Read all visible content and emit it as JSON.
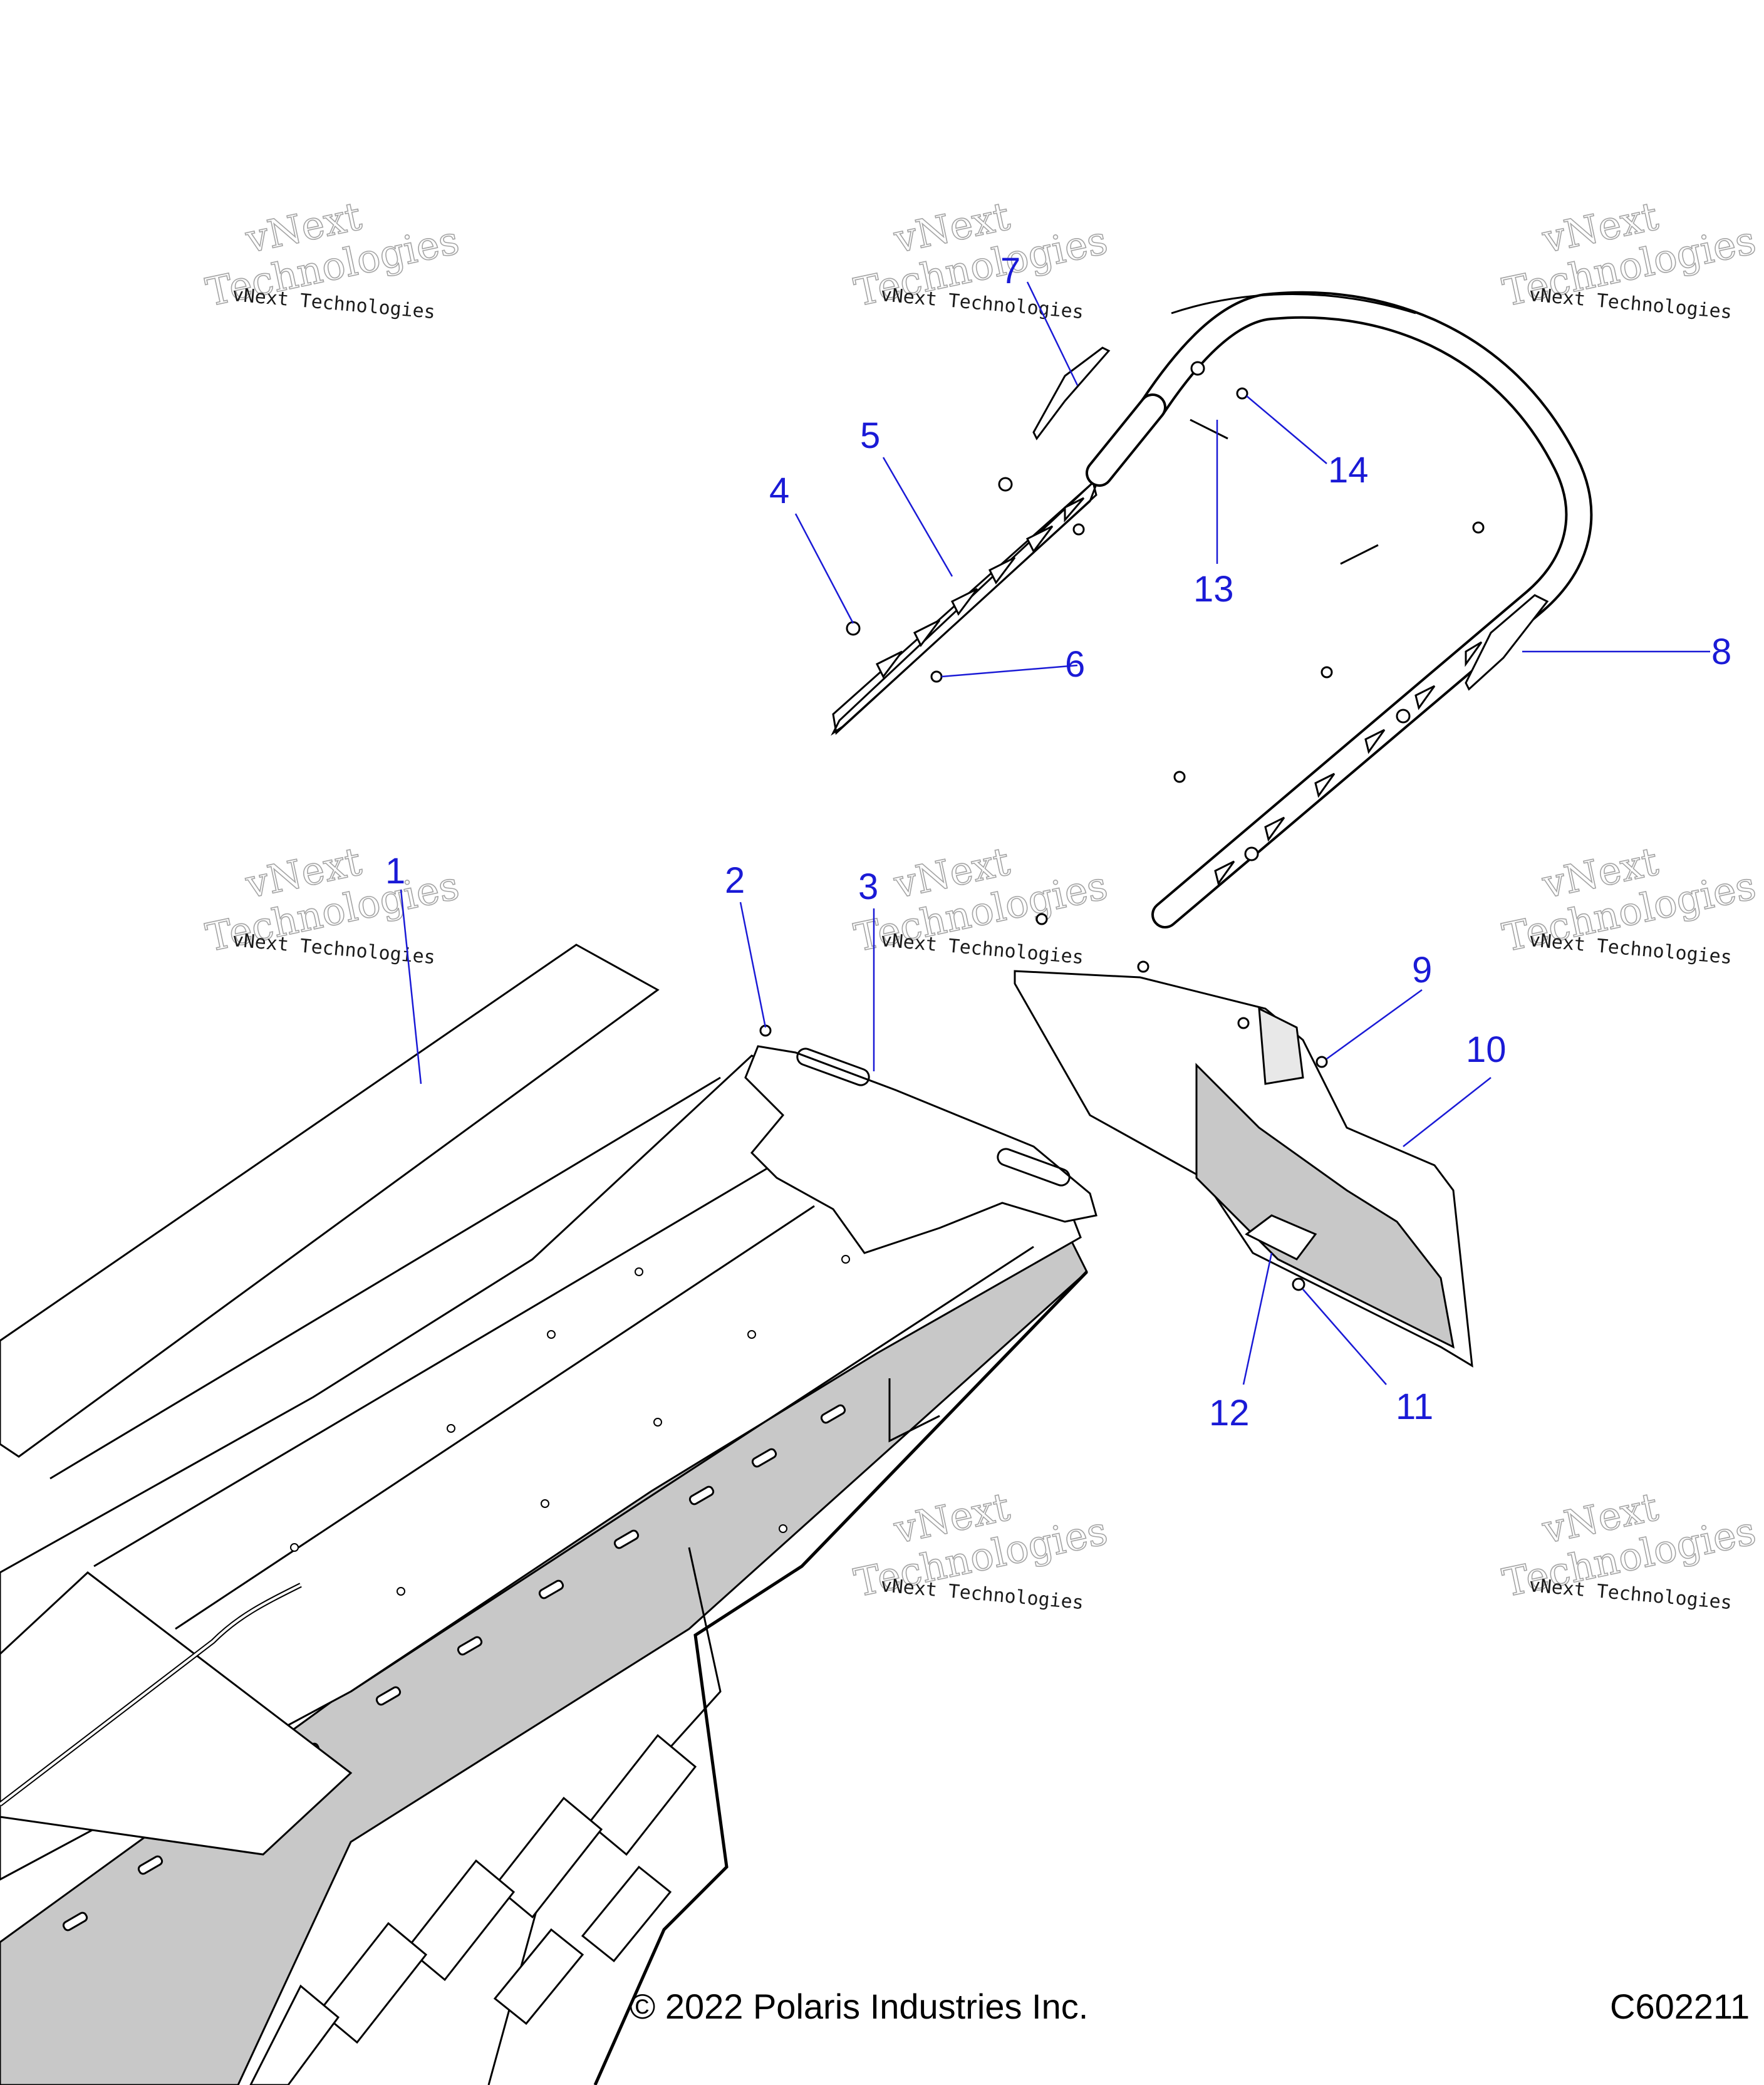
{
  "callouts": [
    {
      "id": "1",
      "label": "1"
    },
    {
      "id": "2",
      "label": "2"
    },
    {
      "id": "3",
      "label": "3"
    },
    {
      "id": "4",
      "label": "4"
    },
    {
      "id": "5",
      "label": "5"
    },
    {
      "id": "6",
      "label": "6"
    },
    {
      "id": "7",
      "label": "7"
    },
    {
      "id": "8",
      "label": "8"
    },
    {
      "id": "9",
      "label": "9"
    },
    {
      "id": "10",
      "label": "10"
    },
    {
      "id": "11",
      "label": "11"
    },
    {
      "id": "12",
      "label": "12"
    },
    {
      "id": "13",
      "label": "13"
    },
    {
      "id": "14",
      "label": "14"
    }
  ],
  "watermark": {
    "brand": "vNext",
    "sub": "Technologies",
    "line": "vNext Technologies"
  },
  "footer": {
    "copyright": "© 2022 Polaris Industries Inc.",
    "code": "C602211"
  },
  "colors": {
    "callout": "#1a1ad6",
    "line": "#000000",
    "shade": "#c8c8c8"
  }
}
